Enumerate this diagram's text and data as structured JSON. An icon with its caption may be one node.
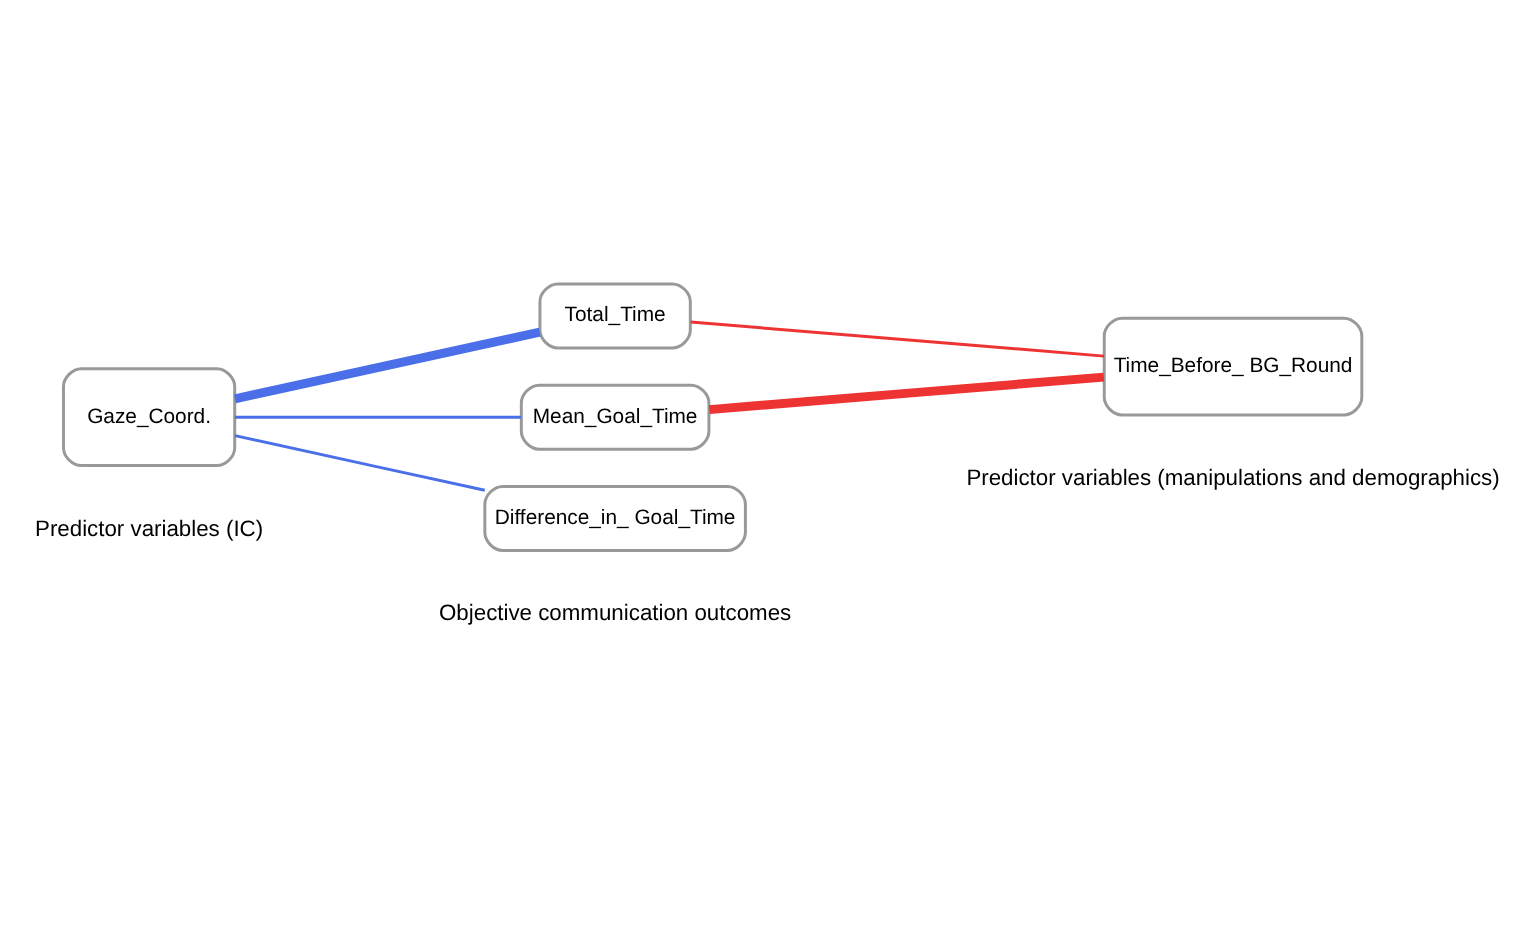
{
  "diagram": {
    "nodes": [
      {
        "text": [
          "Gaze_Coord."
        ]
      },
      {
        "text": [
          "Total_Time"
        ]
      },
      {
        "text": [
          "Mean_Goal_Time"
        ]
      },
      {
        "text": [
          "Difference_in_ Goal_Time"
        ]
      },
      {
        "text": [
          "Time_Before_ BG_Round"
        ]
      }
    ],
    "edges": [
      {
        "from": 0,
        "to": 1,
        "arrow": "none",
        "style": "thick"
      },
      {
        "from": 0,
        "to": 2,
        "arrow": "none"
      },
      {
        "from": 0,
        "to": 3,
        "arrow": "none"
      },
      {
        "from": 1,
        "to": 4,
        "arrow": "none",
        "color": "#ee3333"
      },
      {
        "from": 2,
        "to": 4,
        "arrow": "none",
        "style": "thick",
        "color": "#ee3333"
      }
    ],
    "labels": [
      "Predictor variables (IC)",
      "Objective communication outcomes",
      "Predictor variables (manipulations and demographics)"
    ]
  }
}
